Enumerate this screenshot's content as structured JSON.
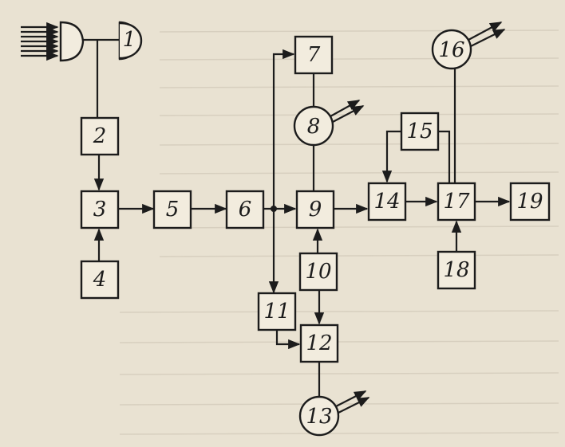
{
  "blocks": {
    "b1": "1",
    "b2": "2",
    "b3": "3",
    "b4": "4",
    "b5": "5",
    "b6": "6",
    "b7": "7",
    "b8": "8",
    "b9": "9",
    "b10": "10",
    "b11": "11",
    "b12": "12",
    "b13": "13",
    "b14": "14",
    "b15": "15",
    "b16": "16",
    "b17": "17",
    "b18": "18",
    "b19": "19"
  },
  "colors": {
    "ink": "#1c1c1c",
    "paper": "#e9e2d2",
    "box": "#f2ecde"
  }
}
